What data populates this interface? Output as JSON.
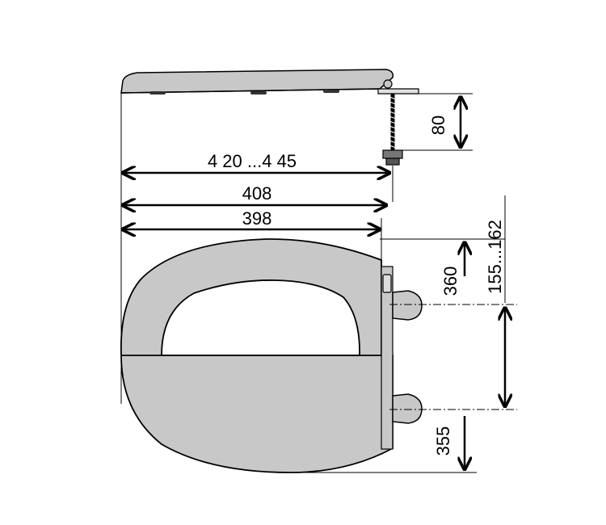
{
  "dimensions": {
    "width_range": "4 20 ...4 45",
    "outer_width": "408",
    "inner_width": "398",
    "bolt_height": "80",
    "front_length": "360",
    "hole_offset": "155...162",
    "rear_length": "355"
  },
  "colors": {
    "seat_fill": "#c8c8c8",
    "lid_fill": "#c8c8c8",
    "line": "#000000",
    "background": "#ffffff"
  }
}
